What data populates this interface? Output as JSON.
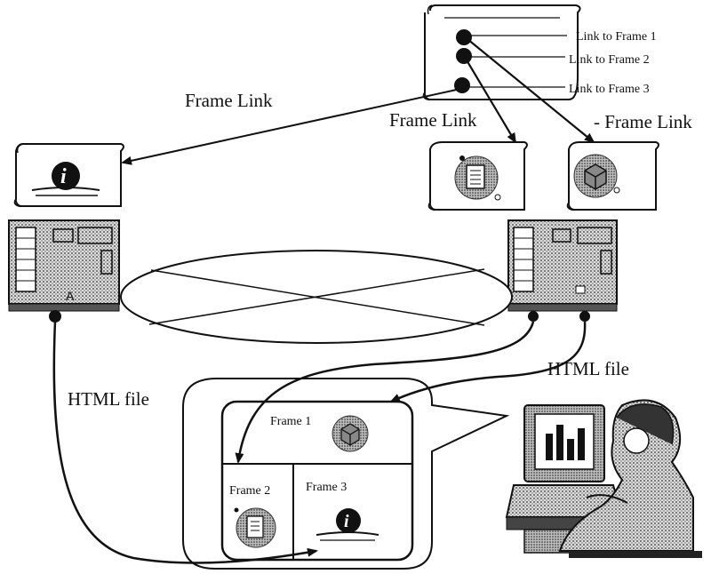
{
  "diagram": {
    "index_page": {
      "links": [
        "Link to Frame 1",
        "Link to Frame 2",
        "Link to Frame 3"
      ]
    },
    "labels": {
      "frame_link_left": "Frame Link",
      "frame_link_middle": "Frame Link",
      "frame_link_right": "- Frame Link",
      "html_file_left": "HTML file",
      "html_file_right": "HTML file"
    },
    "server_a_label": "A",
    "browser_frames": {
      "frame1": "Frame 1",
      "frame2": "Frame 2",
      "frame3": "Frame 3"
    },
    "icon_names": [
      "info-icon",
      "document-icon",
      "cube-icon",
      "server-icon",
      "network-icon",
      "user-at-computer-icon"
    ]
  }
}
